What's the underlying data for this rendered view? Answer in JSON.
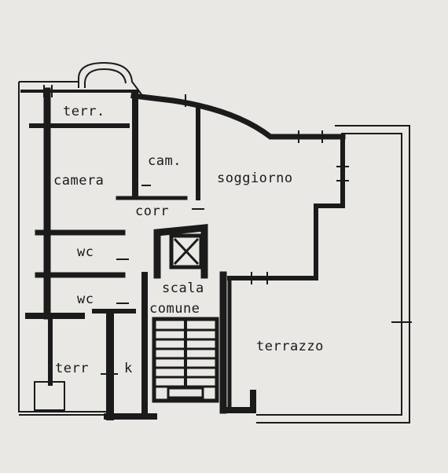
{
  "colors": {
    "paper": "#e9e8e4",
    "ink": "#1b1b1b"
  },
  "rooms": {
    "terr_top": "terr.",
    "cam": "cam.",
    "camera": "camera",
    "soggiorno": "soggiorno",
    "corr": "corr",
    "wc1": "wc",
    "wc2": "wc",
    "scala": "scala",
    "comune": "comune",
    "terrazzo": "terrazzo",
    "terr_bottom": "terr",
    "k": "k"
  }
}
